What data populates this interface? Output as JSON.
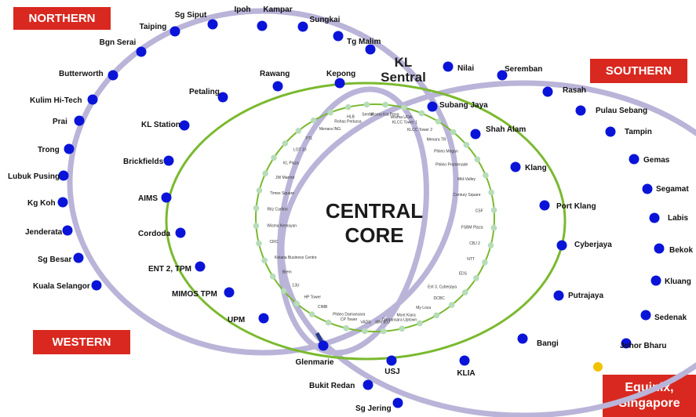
{
  "regions": {
    "northern": "NORTHERN",
    "southern": "SOUTHERN",
    "western": "WESTERN",
    "equinix": "Equinix, Singapore"
  },
  "hub": {
    "line1": "KL",
    "line2": "Sentral"
  },
  "core": {
    "line1": "CENTRAL",
    "line2": "CORE"
  },
  "colors": {
    "ring": "#b9b4d8",
    "green": "#7ab92e",
    "node": "#0a14d8",
    "core_node": "#b6dcb8",
    "badge": "#d9281f",
    "junction": "#f2c200"
  },
  "west_ring_nodes": [
    "Ipoh",
    "Kampar",
    "Sungkai",
    "Tg Malim",
    "Sg Siput",
    "Taiping",
    "Bgn Serai",
    "Butterworth",
    "Kulim Hi-Tech",
    "Prai",
    "Trong",
    "Lubuk Pusing",
    "Kg Koh",
    "Jenderata",
    "Sg Besar",
    "Kuala Selangor"
  ],
  "east_ring_nodes": [
    "Nilai",
    "Seremban",
    "Rasah",
    "Pulau Sebang",
    "Tampin",
    "Gemas",
    "Segamat",
    "Labis",
    "Bekok",
    "Kluang",
    "Sedenak",
    "Johor Bharu"
  ],
  "green_loop_nodes": [
    "Rawang",
    "Kepong",
    "Petaling",
    "KL Station",
    "Brickfields",
    "AIMS",
    "Cordoda",
    "ENT 2, TPM",
    "MIMOS TPM",
    "UPM",
    "Glenmarie",
    "USJ",
    "KLIA",
    "Bangi",
    "Putrajaya",
    "Cyberjaya",
    "Port Klang",
    "Klang",
    "Shah Alam",
    "Subang Jaya"
  ],
  "southern_branch": [
    "Bukit Redan",
    "Sg Jering"
  ],
  "core_ring_nodes": [
    "Rohas Perkasa",
    "HLB",
    "Sentul",
    "Wisma Kia Peng",
    "Wisma UOA",
    "KLCC Tower 1",
    "KLCC Tower 2",
    "Menara TR",
    "Phileo Megan",
    "Phileo Promenade",
    "Mid-Valley",
    "Century Square",
    "CSF",
    "FSBM Plaza",
    "CBJ 2",
    "NTT",
    "EDS",
    "Ent 3, Cyberjaya",
    "DCBC",
    "My Loca",
    "Mont Kiara",
    "Damansara Uptown",
    "IBM B.U",
    "VADS",
    "CP Tower",
    "Phileo Damansara",
    "CIMB",
    "HP Tower",
    "13U",
    "Brem",
    "Kelana Business Centre",
    "CRC",
    "Wisma Kemayan",
    "Ritz Carlton",
    "Times Square",
    "JW Marriot",
    "KL Plaza",
    "LOT 10",
    "YTL",
    "Menara ING"
  ]
}
